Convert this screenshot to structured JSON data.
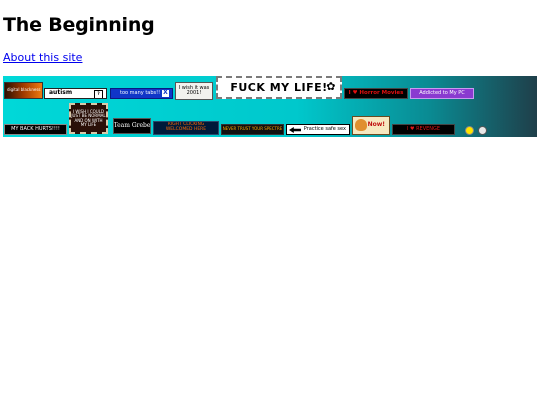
{
  "page": {
    "title": "The Beginning",
    "about_link": "About this site"
  },
  "stamps": {
    "digital": "digital blackness",
    "autism": "autism",
    "autism_box": "?",
    "tabs": "too many tabs!!",
    "tabs_close": "X",
    "wish": "I wish it was 2001!",
    "flm": "FUCK MY LIFE!",
    "horror": "I ♥ Horror Movies",
    "addicted": "Addicted to My PC",
    "backhurts": "MY BACK HURTS!!!!",
    "wish2": "I WISH I COULD JUST BE NORMAL AND ON WITH MY LIFE",
    "team": "Team Grebe",
    "rightclick": "RIGHT CLICKING WELCOMED HERE",
    "tracker": "NEVER TRUST YOUR SPECTRE",
    "protect": "Practice safe sex",
    "cat": "Now!",
    "revenge": "I ♥ REVENGE"
  },
  "icons": {
    "bug": "bug-icon",
    "arrow": "arrow-left-icon",
    "cat": "cat-icon",
    "smiley": "smiley-icon",
    "cursor": "cursor-icon"
  }
}
